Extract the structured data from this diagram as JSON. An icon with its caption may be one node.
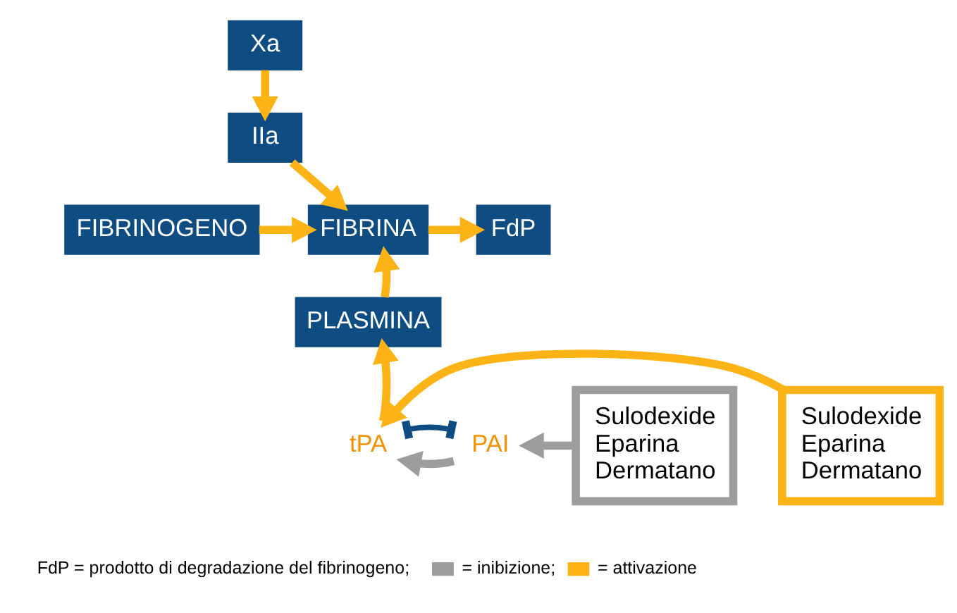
{
  "diagram": {
    "nodes": [
      {
        "text": [
          "Xa"
        ]
      },
      {
        "text": [
          "IIa"
        ]
      },
      {
        "text": [
          "FIBRINOGENO"
        ]
      },
      {
        "text": [
          "FIBRINA"
        ]
      },
      {
        "text": [
          "FdP"
        ]
      },
      {
        "text": [
          "PLASMINA"
        ]
      },
      {
        "text": [
          "tPA"
        ]
      },
      {
        "text": [
          "PAI"
        ]
      },
      {
        "text": [
          "Sulodexide Eparina Dermatano"
        ]
      },
      {
        "text": [
          "Sulodexide Eparina Dermatano"
        ]
      }
    ],
    "edges": [
      {
        "from": 0,
        "to": 1,
        "arrow": "to"
      },
      {
        "from": 1,
        "to": 3,
        "arrow": "to"
      },
      {
        "from": 2,
        "to": 3,
        "arrow": "to"
      },
      {
        "from": 3,
        "to": 4,
        "arrow": "to"
      },
      {
        "from": 5,
        "to": 3,
        "arrow": "to"
      },
      {
        "from": 6,
        "to": 5,
        "arrow": "to"
      },
      {
        "from": 9,
        "to": 6,
        "arrow": "to"
      },
      {
        "from": 8,
        "to": 7,
        "arrow": "to",
        "color": "#9d9d9c"
      },
      {
        "from": 7,
        "to": 6,
        "arrow": "to",
        "color": "#9d9d9c"
      },
      {
        "from": 6,
        "to": 7,
        "arrow": "other",
        "color": "#0f4c81"
      }
    ],
    "labels": [
      "FdP = prodotto di degradazione del fibrinogeno;"
    ],
    "legend": [
      {
        "text": "= inibizione;",
        "color": "#9d9d9c"
      },
      {
        "text": "= attivazione",
        "color": "#fbb316"
      }
    ]
  }
}
